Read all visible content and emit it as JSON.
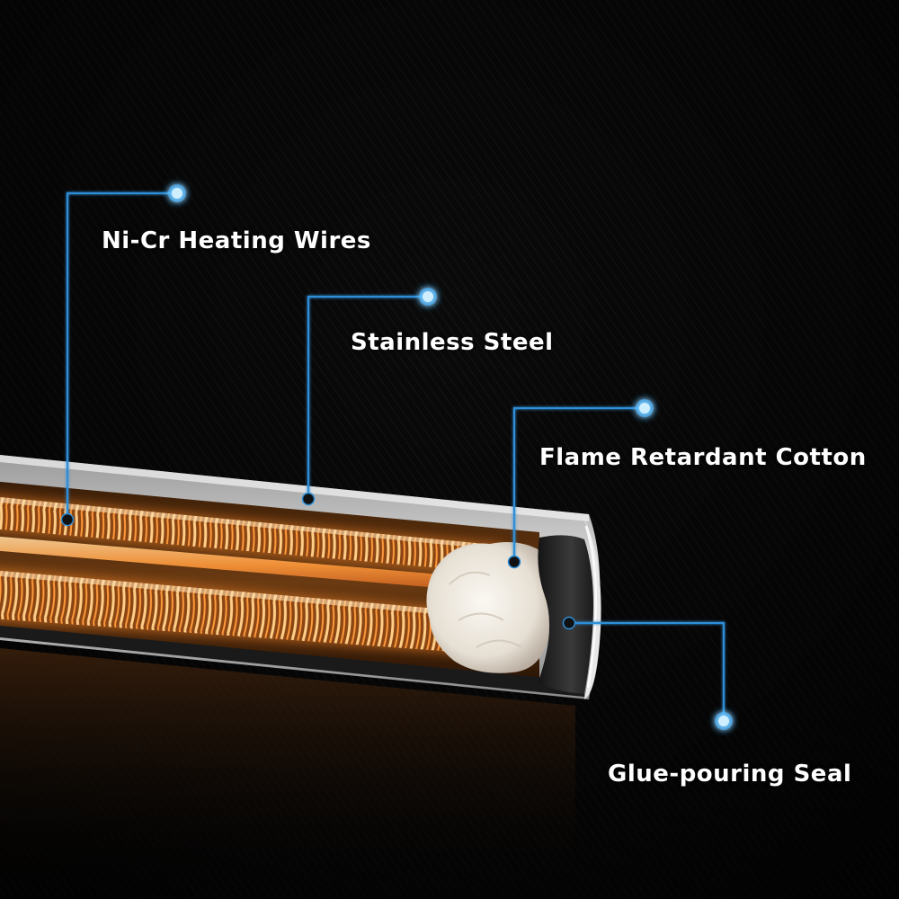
{
  "diagram": {
    "labels": {
      "heating_wires": "Ni-Cr Heating Wires",
      "stainless_steel": "Stainless Steel",
      "flame_cotton": "Flame Retardant Cotton",
      "glue_seal": "Glue-pouring Seal"
    },
    "colors": {
      "background": "#050505",
      "leader_line": "#2e8fd8",
      "glow_dot": "#3fb7ff",
      "heating_coil": "#ff9a3c",
      "steel_tube": "#cfcfcf",
      "cotton": "#ece7df",
      "seal": "#2a2a2a"
    }
  }
}
